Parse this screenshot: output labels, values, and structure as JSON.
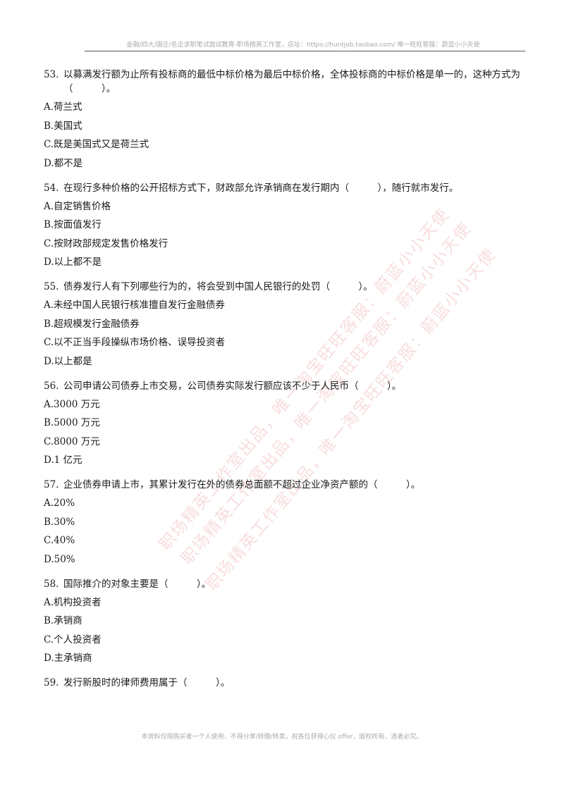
{
  "header": {
    "text": "金融/四大/国企/名企求职笔试面试教育-职场精英工作室，店址：https://huntjob.taobao.com/ 唯一旺旺客服：蔚蓝小小天使"
  },
  "questions": [
    {
      "number": "53.",
      "stem": "以募满发行额为止所有投标商的最低中标价格为最后中标价格，全体投标商的中标价格是单一的，这种方式为（　　　）。",
      "options": [
        "A.荷兰式",
        "B.美国式",
        "C.既是美国式又是荷兰式",
        "D.都不是"
      ]
    },
    {
      "number": "54.",
      "stem": "在现行多种价格的公开招标方式下，财政部允许承销商在发行期内（　　　），随行就市发行。",
      "options": [
        "A.自定销售价格",
        "B.按面值发行",
        "C.按财政部规定发售价格发行",
        "D.以上都不是"
      ]
    },
    {
      "number": "55.",
      "stem": "债券发行人有下列哪些行为的，将会受到中国人民银行的处罚（　　　）。",
      "options": [
        "A.未经中国人民银行核准擅自发行金融债券",
        "B.超规模发行金融债券",
        "C.以不正当手段操纵市场价格、误导投资者",
        "D.以上都是"
      ]
    },
    {
      "number": "56.",
      "stem": "公司申请公司债券上市交易，公司债券实际发行额应该不少于人民币（　　　）。",
      "options": [
        "A.3000 万元",
        "B.5000 万元",
        "C.8000 万元",
        "D.1 亿元"
      ]
    },
    {
      "number": "57.",
      "stem": "企业债券申请上市，其累计发行在外的债券总面额不超过企业净资产额的（　　　）。",
      "options": [
        "A.20%",
        "B.30%",
        "C.40%",
        "D.50%"
      ]
    },
    {
      "number": "58.",
      "stem": "国际推介的对象主要是（　　　）。",
      "options": [
        "A.机构投资者",
        "B.承销商",
        "C.个人投资者",
        "D.主承销商"
      ]
    },
    {
      "number": "59.",
      "stem": "发行新股时的律师费用属于（　　　）。",
      "options": []
    }
  ],
  "watermarks": [
    "职场精英工作室出品，唯一淘宝旺旺客服：蔚蓝小小天使",
    "职场精英工作室出品，唯一淘宝旺旺客服：蔚蓝小小天使",
    "职场精英工作室出品，唯一淘宝旺旺客服：蔚蓝小小天使"
  ],
  "footer": {
    "text": "本资料仅限购买者一个人使用，不得分享/转赠/转卖，祝各位获得心仪 offer，版权所有，违者必究。"
  }
}
